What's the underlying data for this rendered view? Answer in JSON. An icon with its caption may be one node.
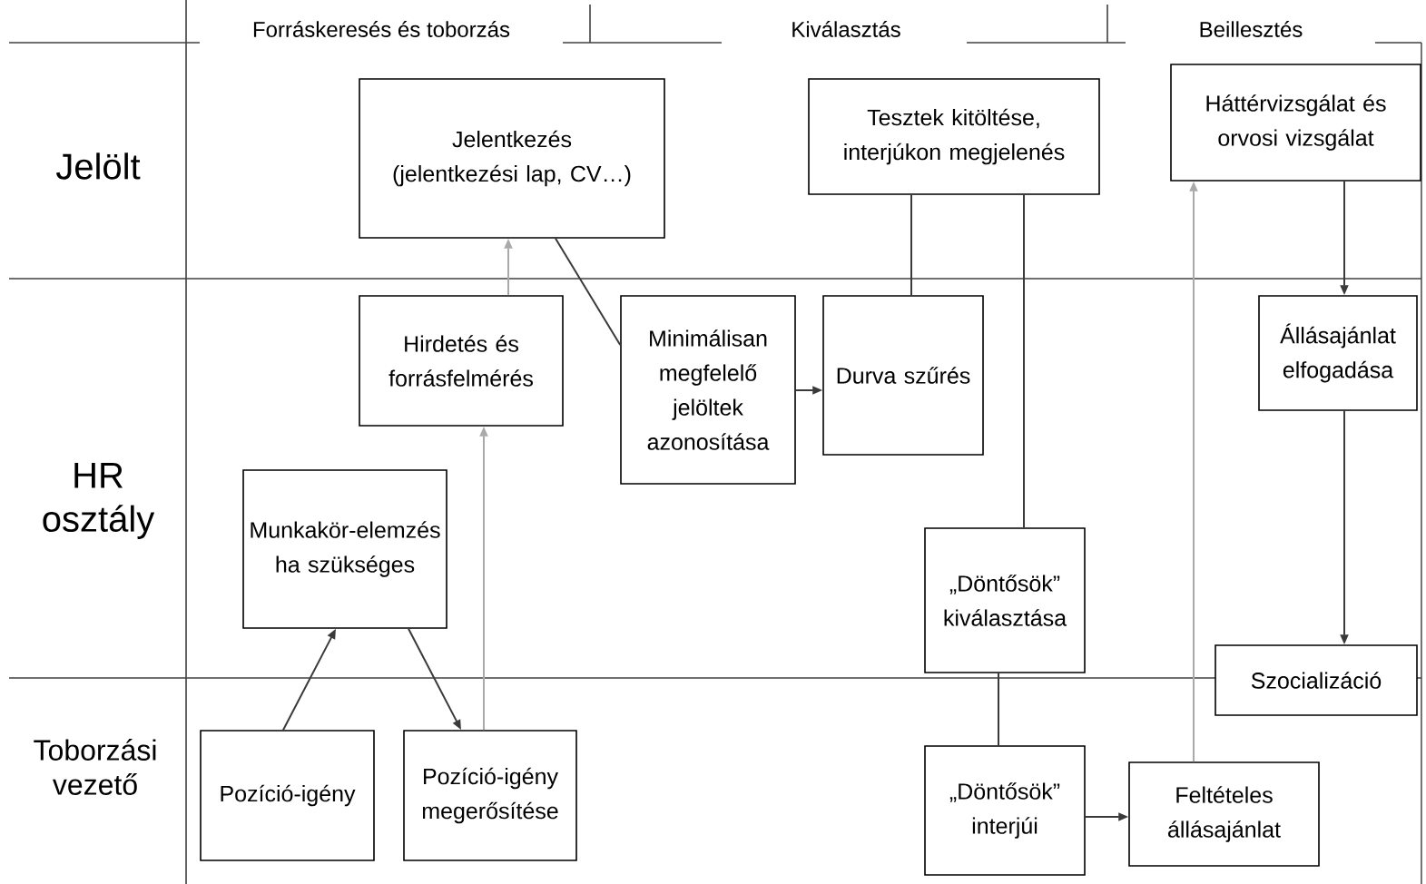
{
  "diagram": {
    "nodes": [
      {
        "text": [
          "Jelentkezés (jelentkezési lap, CV…)"
        ]
      },
      {
        "text": [
          "Tesztek kitöltése, interjúkon megjelenés"
        ]
      },
      {
        "text": [
          "Háttérvizsgálat és orvosi vizsgálat"
        ]
      },
      {
        "text": [
          "Hirdetés és forrásfelmérés"
        ]
      },
      {
        "text": [
          "Minimálisan megfelelő jelöltek azonosítása"
        ]
      },
      {
        "text": [
          "Durva szűrés"
        ]
      },
      {
        "text": [
          "Állásajánlat elfogadása"
        ]
      },
      {
        "text": [
          "Munkakör-elemzés ha szükséges"
        ]
      },
      {
        "text": [
          "„Döntősök” kiválasztása"
        ]
      },
      {
        "text": [
          "Szocializáció"
        ]
      },
      {
        "text": [
          "Pozíció-igény"
        ]
      },
      {
        "text": [
          "Pozíció-igény megerősítése"
        ]
      },
      {
        "text": [
          "„Döntősök” interjúi"
        ]
      },
      {
        "text": [
          "Feltételes állásajánlat"
        ]
      }
    ],
    "edges": [
      {
        "from": 10,
        "to": 7,
        "arrow": "to"
      },
      {
        "from": 7,
        "to": 11,
        "arrow": "to"
      },
      {
        "from": 11,
        "to": 3,
        "arrow": "to",
        "color": "#aaaaaa"
      },
      {
        "from": 3,
        "to": 0,
        "arrow": "to",
        "color": "#aaaaaa"
      },
      {
        "from": 0,
        "to": 4,
        "arrow": "none"
      },
      {
        "from": 4,
        "to": 5,
        "arrow": "to"
      },
      {
        "from": 1,
        "to": 5,
        "arrow": "none"
      },
      {
        "from": 1,
        "to": 8,
        "arrow": "none"
      },
      {
        "from": 8,
        "to": 12,
        "arrow": "none"
      },
      {
        "from": 12,
        "to": 13,
        "arrow": "to"
      },
      {
        "from": 13,
        "to": 2,
        "arrow": "to",
        "color": "#aaaaaa"
      },
      {
        "from": 2,
        "to": 6,
        "arrow": "to"
      },
      {
        "from": 6,
        "to": 9,
        "arrow": "to"
      }
    ],
    "labels": [
      "Forráskeresés és toborzás",
      "Kiválasztás",
      "Beillesztés",
      "Jelölt",
      "HR osztály",
      "Toborzási vezető"
    ]
  }
}
